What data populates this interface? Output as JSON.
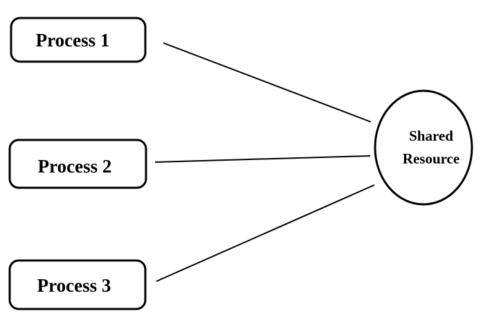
{
  "diagram": {
    "processes": [
      {
        "label": "Process 1"
      },
      {
        "label": "Process 2"
      },
      {
        "label": "Process 3"
      }
    ],
    "resource": {
      "line1": "Shared",
      "line2": "Resource"
    },
    "colors": {
      "stroke": "#000000",
      "fill": "#ffffff",
      "text": "#000000"
    }
  }
}
